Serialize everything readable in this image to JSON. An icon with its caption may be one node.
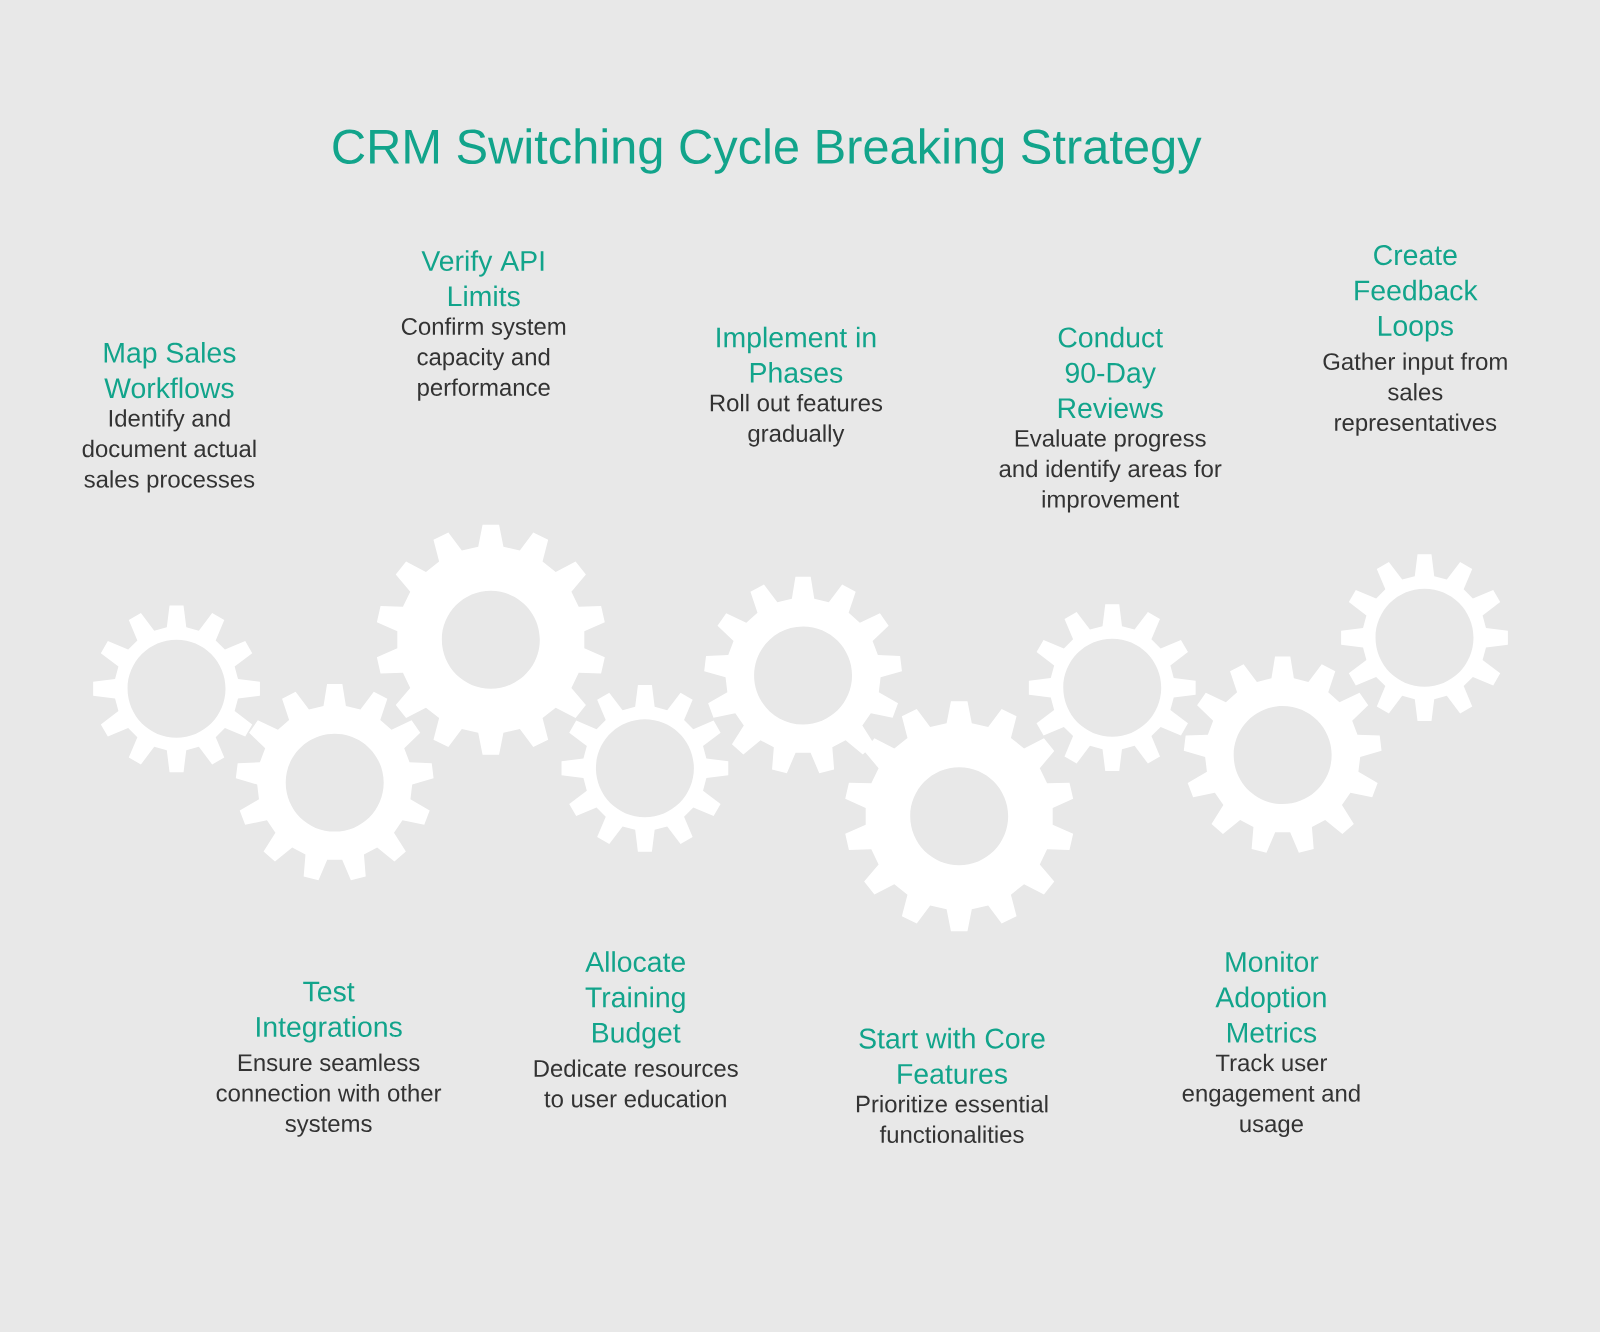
{
  "diagram": {
    "title": "CRM Switching Cycle Breaking Strategy",
    "nodes": [
      {
        "text": [
          "Map Sales Workflows",
          "Identify and document actual sales processes"
        ]
      },
      {
        "text": [
          "Test Integrations",
          "Ensure seamless connection with other systems"
        ]
      },
      {
        "text": [
          "Verify API Limits",
          "Confirm system capacity and performance"
        ]
      },
      {
        "text": [
          "Allocate Training Budget",
          "Dedicate resources to user education"
        ]
      },
      {
        "text": [
          "Implement in Phases",
          "Roll out features gradually"
        ]
      },
      {
        "text": [
          "Start with Core Features",
          "Prioritize essential functionalities"
        ]
      },
      {
        "text": [
          "Conduct 90-Day Reviews",
          "Evaluate progress and identify areas for improvement"
        ]
      },
      {
        "text": [
          "Monitor Adoption Metrics",
          "Track user engagement and usage"
        ]
      },
      {
        "text": [
          "Create Feedback Loops",
          "Gather input from sales representatives"
        ]
      }
    ],
    "edges": []
  }
}
